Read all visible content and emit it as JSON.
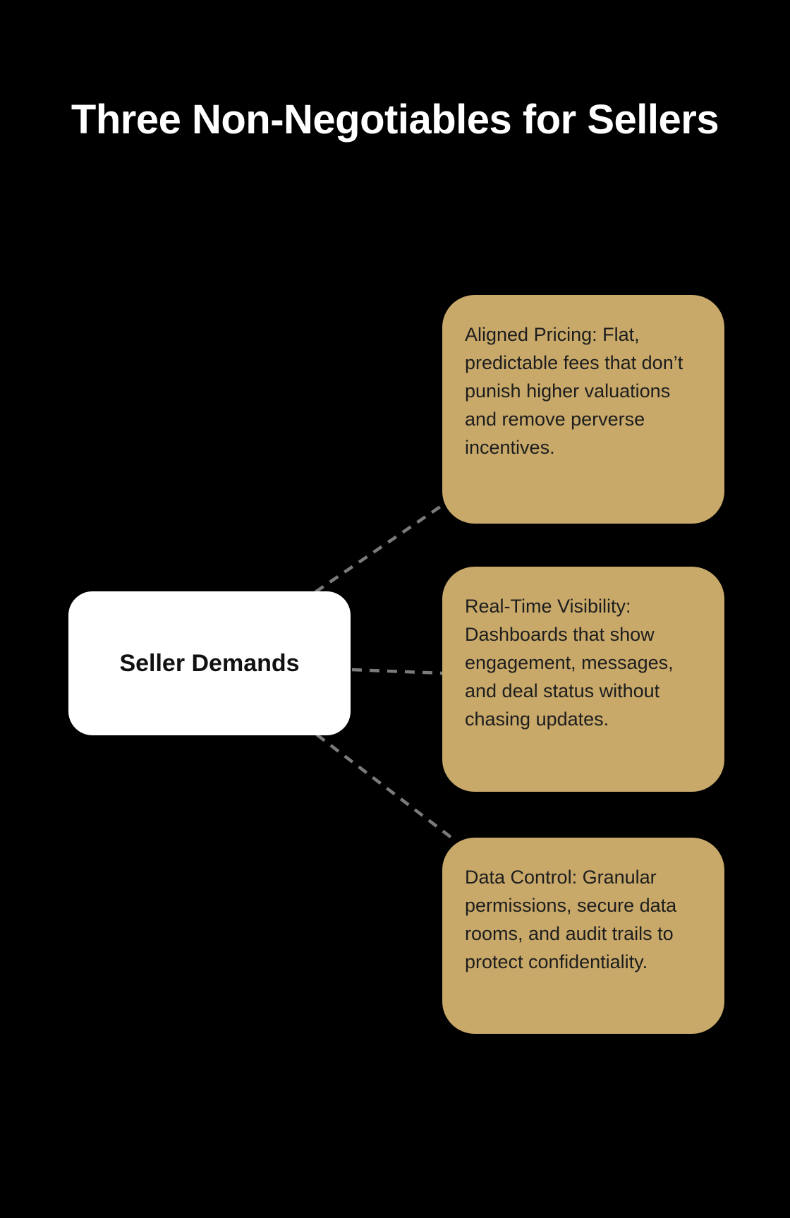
{
  "canvas": {
    "background_color": "#000000",
    "title": "Three Non-Negotiables for Sellers"
  },
  "root_node": {
    "label": "Seller Demands",
    "background_color": "#ffffff",
    "text_color": "#111111"
  },
  "branch_nodes": [
    {
      "text": "Aligned Pricing: Flat, predictable fees that don’t punish higher valuations and remove perverse incentives."
    },
    {
      "text": "Real-Time Visibility: Dashboards that show engagement, messages, and deal status without chasing updates."
    },
    {
      "text": "Data Control: Granular permissions, secure data rooms, and audit trails to protect confidentiality."
    }
  ],
  "style": {
    "branch_background_color": "#c8a96a",
    "branch_text_color": "#1d1d1d",
    "connector_color": "#7b7b7b",
    "title_color": "#ffffff"
  }
}
